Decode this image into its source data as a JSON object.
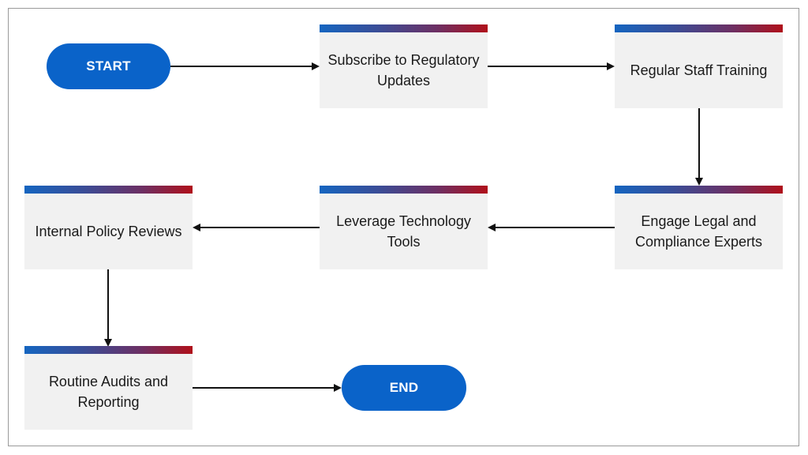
{
  "colors": {
    "terminal_fill": "#0a63c9",
    "terminal_text": "#ffffff",
    "step_fill": "#f1f1f1",
    "bar_gradient_start": "#1565c0",
    "bar_gradient_end": "#b0101a",
    "arrow": "#111111"
  },
  "diagram": {
    "start": "START",
    "end": "END",
    "steps": [
      {
        "id": "subscribe",
        "label": "Subscribe to Regulatory Updates"
      },
      {
        "id": "training",
        "label": "Regular Staff Training"
      },
      {
        "id": "engage",
        "label": "Engage Legal and Compliance Experts"
      },
      {
        "id": "technology",
        "label": "Leverage Technology Tools"
      },
      {
        "id": "policy",
        "label": "Internal Policy Reviews"
      },
      {
        "id": "audits",
        "label": "Routine Audits and Reporting"
      }
    ],
    "connections": [
      {
        "from": "start",
        "to": "subscribe"
      },
      {
        "from": "subscribe",
        "to": "training"
      },
      {
        "from": "training",
        "to": "engage"
      },
      {
        "from": "engage",
        "to": "technology"
      },
      {
        "from": "technology",
        "to": "policy"
      },
      {
        "from": "policy",
        "to": "audits"
      },
      {
        "from": "audits",
        "to": "end"
      }
    ]
  }
}
